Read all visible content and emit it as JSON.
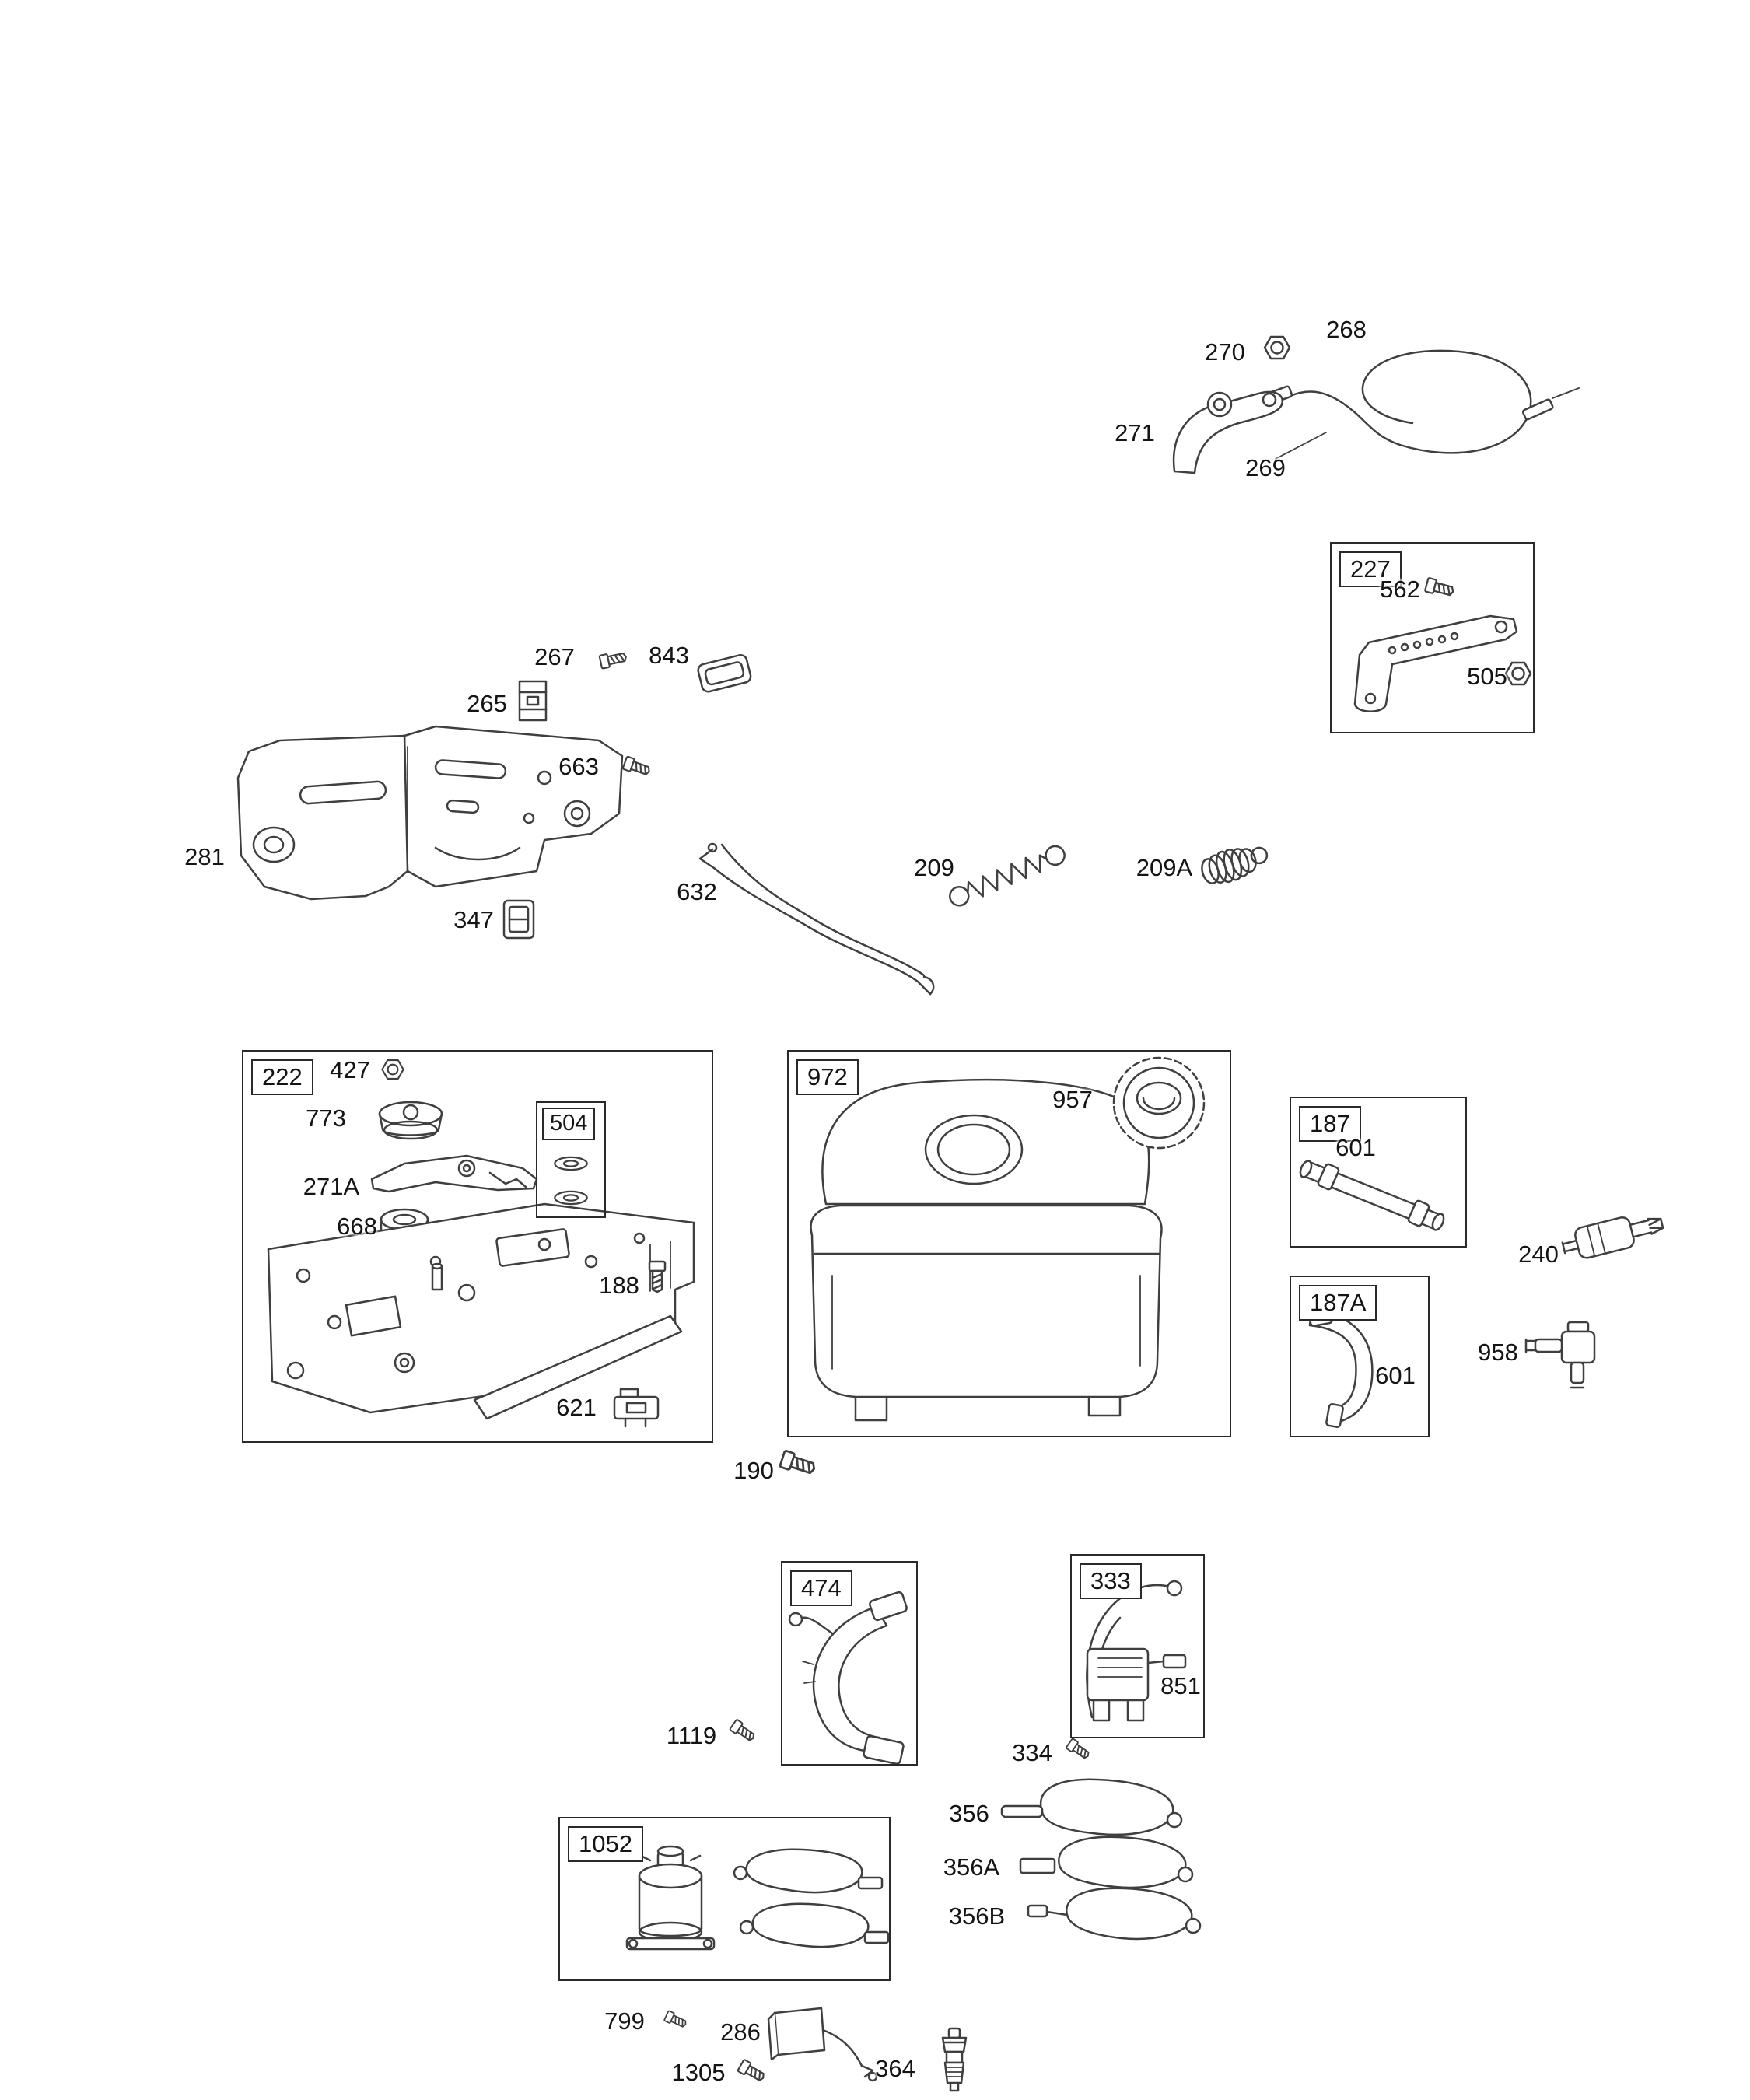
{
  "page": {
    "background": "#ffffff",
    "line_color": "#3f3f3f",
    "diagram_kind": "exploded parts diagram"
  },
  "labels": {
    "270": "270",
    "268": "268",
    "271": "271",
    "269": "269",
    "562": "562",
    "505": "505",
    "267": "267",
    "843": "843",
    "265": "265",
    "663": "663",
    "281": "281",
    "632": "632",
    "209": "209",
    "209A": "209A",
    "347": "347",
    "427": "427",
    "773": "773",
    "271A": "271A",
    "668": "668",
    "188": "188",
    "621": "621",
    "957": "957",
    "601a": "601",
    "601b": "601",
    "240": "240",
    "958": "958",
    "190": "190",
    "851": "851",
    "1119": "1119",
    "334": "334",
    "356": "356",
    "356A": "356A",
    "356B": "356B",
    "799": "799",
    "286": "286",
    "1305": "1305",
    "364": "364"
  },
  "group_boxes": {
    "227": "227",
    "222": "222",
    "504": "504",
    "972": "972",
    "187": "187",
    "187A": "187A",
    "474": "474",
    "333": "333",
    "1052": "1052"
  }
}
